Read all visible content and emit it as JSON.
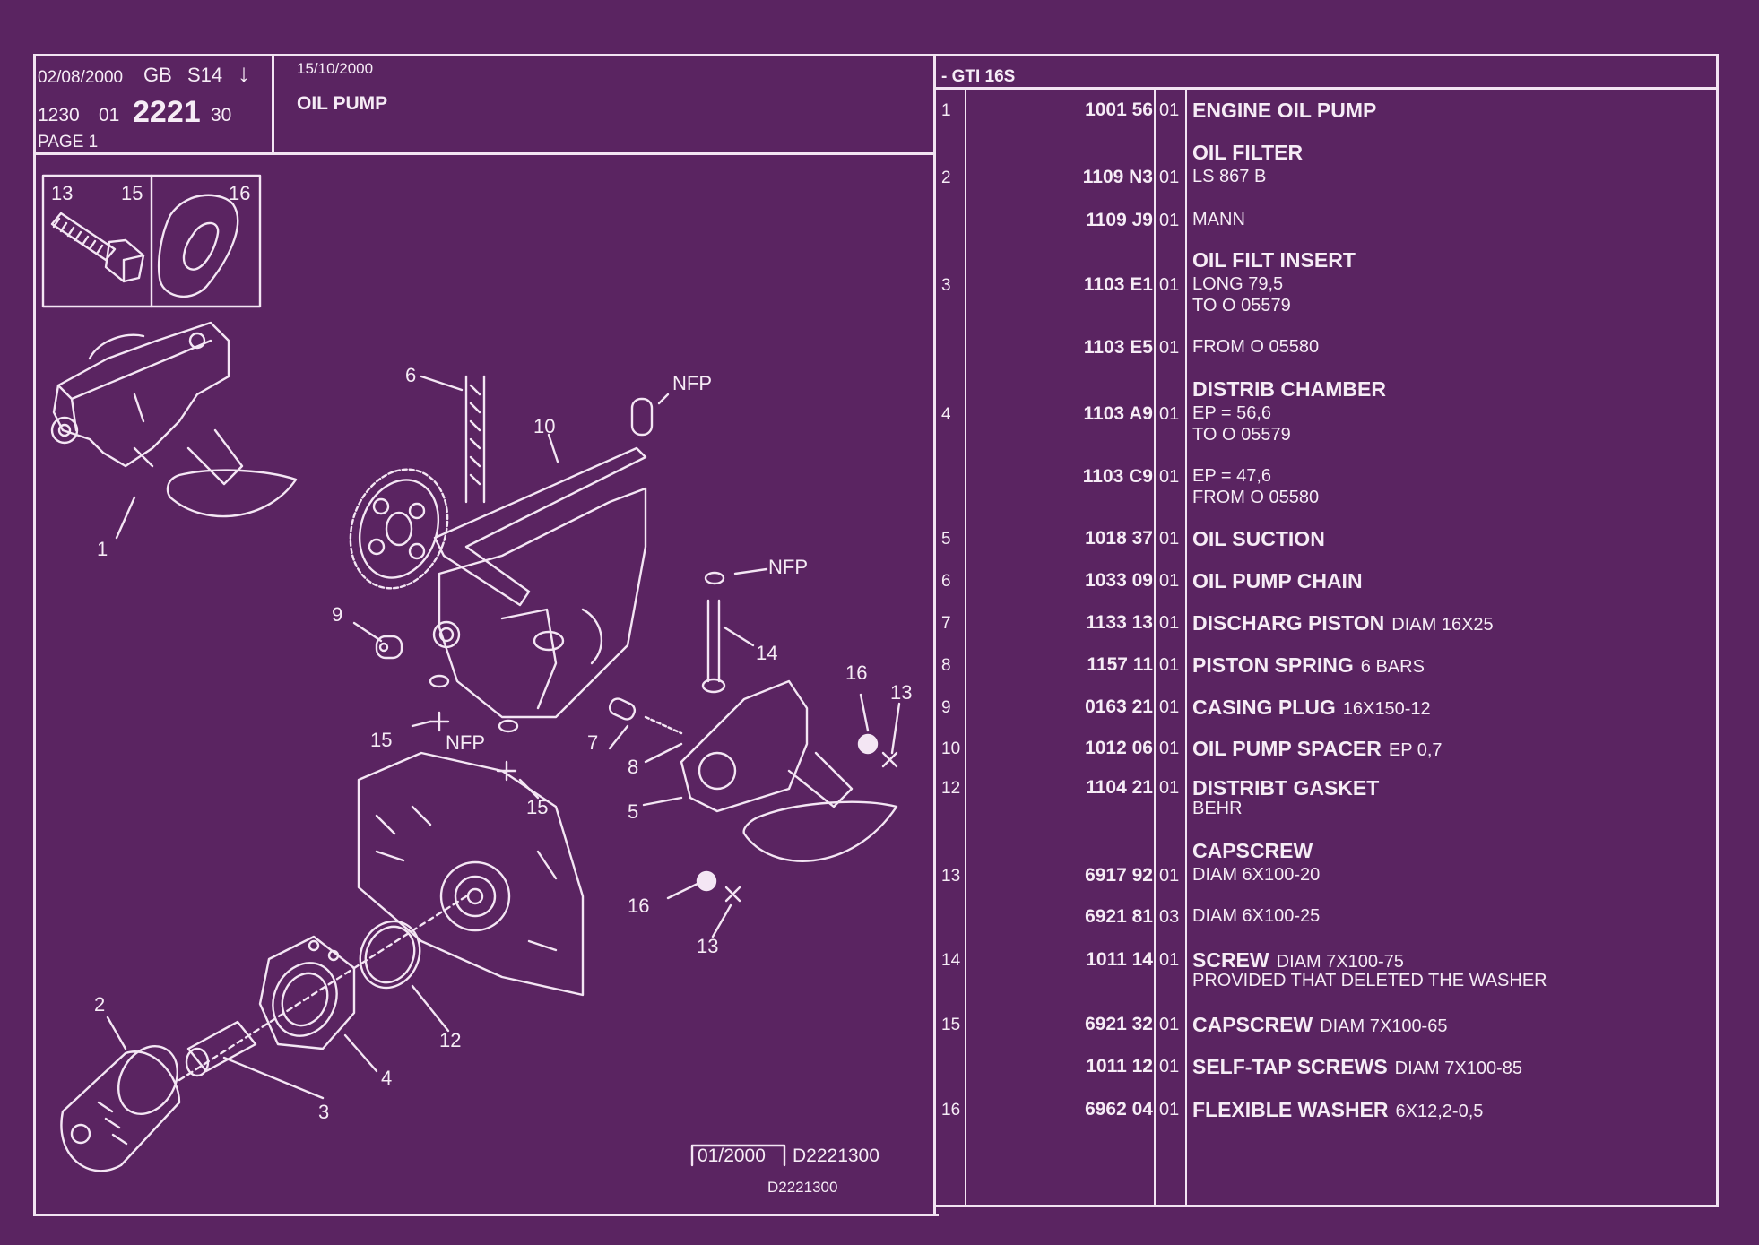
{
  "header": {
    "date_left": "02/08/2000",
    "lang": "GB",
    "series": "S14",
    "arrow_icon": "down-arrow",
    "code_a": "1230",
    "code_b": "01",
    "group": "2221",
    "code_c": "30",
    "page": "PAGE 1",
    "date_right": "15/10/2000",
    "title": "OIL PUMP",
    "model": "- GTI 16S"
  },
  "inset": {
    "bolt_labels": [
      "13",
      "15"
    ],
    "washer_label": "16"
  },
  "diagram": {
    "callouts": [
      "1",
      "2",
      "3",
      "4",
      "5",
      "6",
      "7",
      "8",
      "9",
      "10",
      "12",
      "13",
      "14",
      "15",
      "16",
      "NFP"
    ],
    "labels": {
      "c1": "1",
      "c2": "2",
      "c3": "3",
      "c4": "4",
      "c5": "5",
      "c6": "6",
      "c7": "7",
      "c8": "8",
      "c9": "9",
      "c10": "10",
      "c12": "12",
      "c13a": "13",
      "c13b": "13",
      "c14": "14",
      "c15a": "15",
      "c15b": "15",
      "c16a": "16",
      "c16b": "16",
      "nfp1": "NFP",
      "nfp2": "NFP",
      "nfp3": "NFP"
    }
  },
  "footer": {
    "edition": "01/2000",
    "ref1": "D2221300",
    "ref2": "D2221300"
  },
  "parts": [
    {
      "item": "1",
      "ref": "1001 56",
      "qty": "01",
      "name": "ENGINE OIL PUMP",
      "extra": "",
      "lines": []
    },
    {
      "item": "2",
      "ref": "1109 N3",
      "qty": "01",
      "heading": "OIL FILTER",
      "name": "",
      "extra": "LS 867 B",
      "lines": []
    },
    {
      "item": "",
      "ref": "1109 J9",
      "qty": "01",
      "name": "",
      "extra": "MANN",
      "lines": []
    },
    {
      "item": "3",
      "ref": "1103 E1",
      "qty": "01",
      "heading": "OIL FILT INSERT",
      "name": "",
      "extra": "LONG 79,5",
      "lines": [
        "TO  O  05579"
      ]
    },
    {
      "item": "",
      "ref": "1103 E5",
      "qty": "01",
      "name": "",
      "extra": "FROM  O  05580",
      "lines": []
    },
    {
      "item": "4",
      "ref": "1103 A9",
      "qty": "01",
      "heading": "DISTRIB CHAMBER",
      "name": "",
      "extra": "EP = 56,6",
      "lines": [
        "TO  O  05579"
      ]
    },
    {
      "item": "",
      "ref": "1103 C9",
      "qty": "01",
      "name": "",
      "extra": "EP = 47,6",
      "lines": [
        "FROM  O  05580"
      ]
    },
    {
      "item": "5",
      "ref": "1018 37",
      "qty": "01",
      "name": "OIL SUCTION",
      "extra": "",
      "lines": []
    },
    {
      "item": "6",
      "ref": "1033 09",
      "qty": "01",
      "name": "OIL PUMP CHAIN",
      "extra": "",
      "lines": []
    },
    {
      "item": "7",
      "ref": "1133 13",
      "qty": "01",
      "name": "DISCHARG PISTON",
      "extra": "DIAM 16X25",
      "lines": []
    },
    {
      "item": "8",
      "ref": "1157 11",
      "qty": "01",
      "name": "PISTON SPRING",
      "extra": "6 BARS",
      "lines": []
    },
    {
      "item": "9",
      "ref": "0163 21",
      "qty": "01",
      "name": "CASING PLUG",
      "extra": "16X150-12",
      "lines": []
    },
    {
      "item": "10",
      "ref": "1012 06",
      "qty": "01",
      "name": "OIL PUMP SPACER",
      "extra": "EP 0,7",
      "lines": []
    },
    {
      "item": "12",
      "ref": "1104 21",
      "qty": "01",
      "name": "DISTRIBT GASKET",
      "extra": "",
      "lines": [
        "BEHR"
      ]
    },
    {
      "item": "13",
      "ref": "6917 92",
      "qty": "01",
      "heading": "CAPSCREW",
      "name": "",
      "extra": "DIAM 6X100-20",
      "lines": []
    },
    {
      "item": "",
      "ref": "6921 81",
      "qty": "03",
      "name": "",
      "extra": "DIAM 6X100-25",
      "lines": []
    },
    {
      "item": "14",
      "ref": "1011 14",
      "qty": "01",
      "name": "SCREW",
      "extra": "DIAM 7X100-75",
      "lines": [
        "PROVIDED THAT DELETED THE WASHER"
      ]
    },
    {
      "item": "15",
      "ref": "6921 32",
      "qty": "01",
      "name": "CAPSCREW",
      "extra": "DIAM 7X100-65",
      "lines": []
    },
    {
      "item": "",
      "ref": "1011 12",
      "qty": "01",
      "name": "SELF-TAP SCREWS",
      "extra": "DIAM 7X100-85",
      "lines": []
    },
    {
      "item": "16",
      "ref": "6962 04",
      "qty": "01",
      "name": "FLEXIBLE WASHER",
      "extra": "6X12,2-0,5",
      "lines": []
    }
  ],
  "colors": {
    "background": "#5a2461",
    "ink": "#f4e6f4"
  }
}
